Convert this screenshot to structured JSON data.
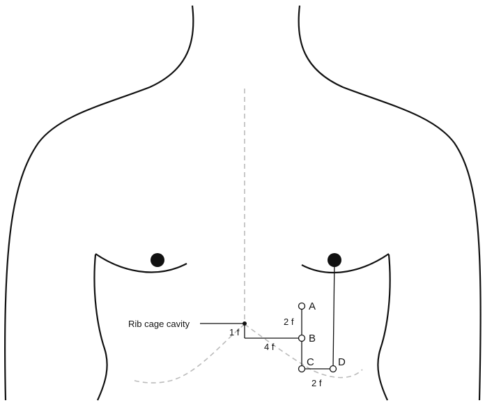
{
  "diagram": {
    "labels": {
      "rib_cage_cavity": "Rib cage cavity",
      "point_a": "A",
      "point_b": "B",
      "point_c": "C",
      "point_d": "D",
      "dist_1f": "1 f",
      "dist_2f_vertical": "2 f",
      "dist_4f": "4 f",
      "dist_2f_horizontal": "2 f"
    },
    "colors": {
      "outline": "#111111",
      "guide_dashed": "#bbbbbb"
    }
  }
}
